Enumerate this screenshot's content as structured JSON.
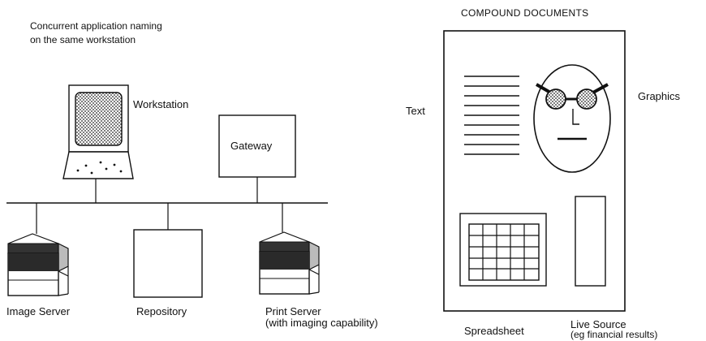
{
  "left_panel": {
    "caption_line1": "Concurrent application naming",
    "caption_line2": "on the same workstation",
    "workstation_label": "Workstation",
    "gateway_label": "Gateway",
    "image_server_label": "Image Server",
    "repository_label": "Repository",
    "print_server_label": "Print Server",
    "print_server_sublabel": "(with imaging capability)"
  },
  "right_panel": {
    "title": "COMPOUND DOCUMENTS",
    "text_label": "Text",
    "graphics_label": "Graphics",
    "spreadsheet_label": "Spreadsheet",
    "live_source_label": "Live Source",
    "live_source_sublabel": "(eg financial results)"
  }
}
